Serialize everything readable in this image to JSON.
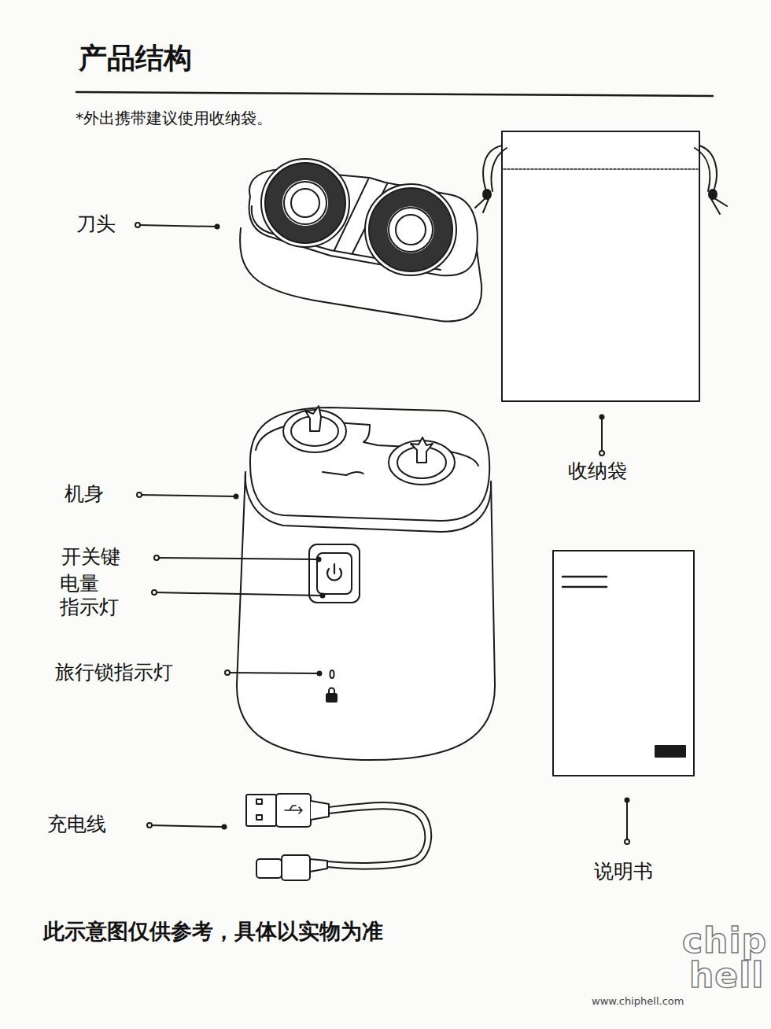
{
  "diagram": {
    "title": "产品结构",
    "caption": "此示意图仅供参考，具体以实物为准",
    "labels": [
      "*外出携带建议使用收纳袋。",
      "刀头",
      "收纳袋",
      "机身",
      "开关键",
      "电量 指示灯",
      "旅行锁指示灯",
      "充电线",
      "说明书",
      "chip",
      "hell",
      "www.chiphell.com"
    ]
  }
}
